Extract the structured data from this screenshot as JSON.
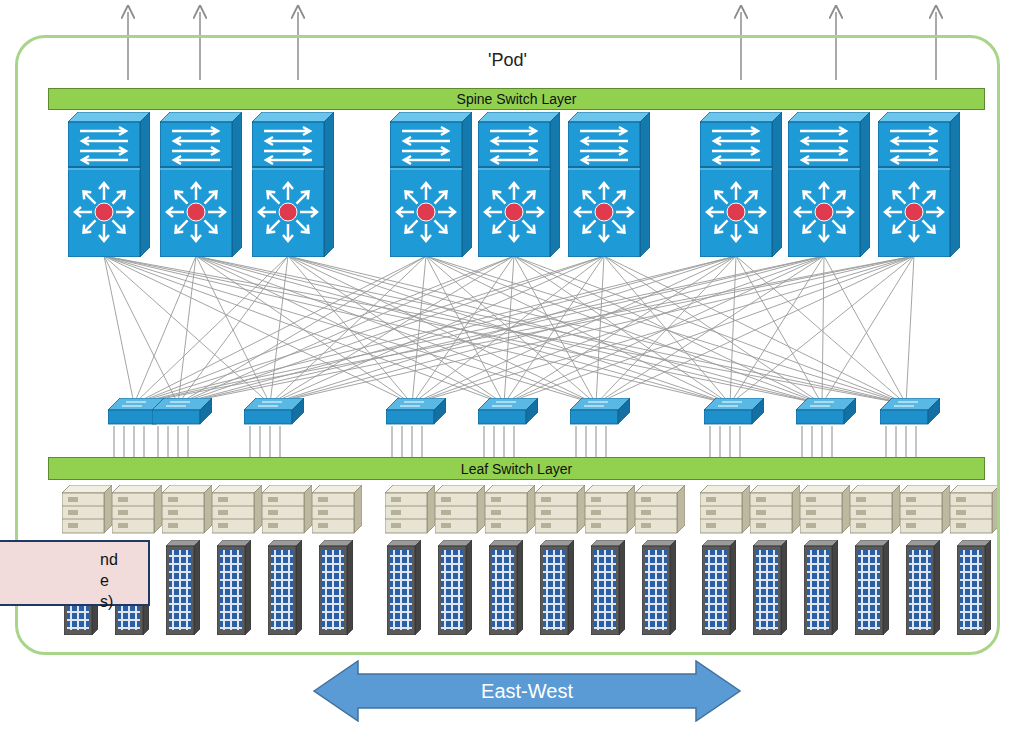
{
  "diagram": {
    "nodes": [
      {
        "text": [
          "'Pod'"
        ]
      },
      {
        "text": [
          "Spine Switch Layer"
        ],
        "in": 0
      },
      {
        "text": [
          "Leaf Switch Layer"
        ],
        "in": 0
      },
      {
        "text": [
          "nd e s)"
        ]
      },
      {
        "text": [
          "East-West"
        ]
      }
    ]
  }
}
